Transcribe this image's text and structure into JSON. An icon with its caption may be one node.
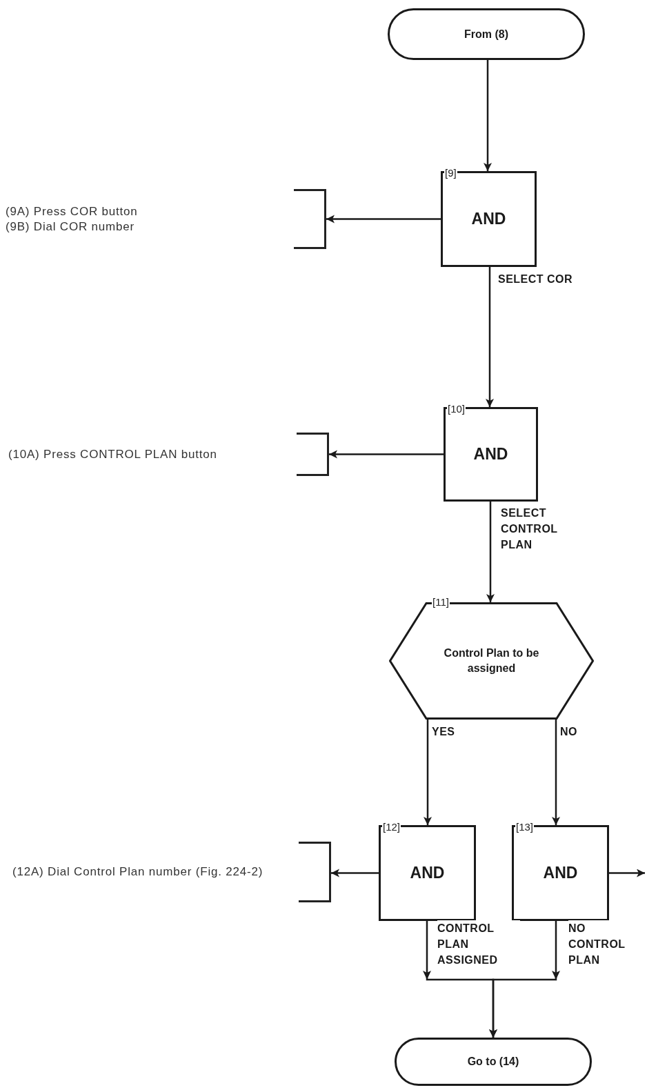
{
  "diagram": {
    "nodes": [
      {
        "text": [
          "From (8)"
        ]
      },
      {
        "text": [
          "[9]",
          "AND"
        ]
      },
      {
        "text": [
          "(9A) Press COR button",
          "(9B) Dial COR number"
        ]
      },
      {
        "text": [
          "[10]",
          "AND"
        ]
      },
      {
        "text": [
          "(10A) Press CONTROL PLAN button"
        ]
      },
      {
        "text": [
          "[11]",
          "Control Plan to be assigned"
        ]
      },
      {
        "text": [
          "[12]",
          "AND"
        ]
      },
      {
        "text": [
          "(12A) Dial Control Plan number (Fig. 224-2)"
        ]
      },
      {
        "text": [
          "[13]",
          "AND"
        ]
      },
      {
        "text": [
          "Go to (14)"
        ]
      }
    ],
    "edges": [
      {
        "from": 0,
        "to": 1,
        "arrow": "to"
      },
      {
        "from": 1,
        "to": 2,
        "arrow": "to"
      },
      {
        "from": 1,
        "to": 3,
        "arrow": "to",
        "label": "SELECT COR"
      },
      {
        "from": 3,
        "to": 4,
        "arrow": "to"
      },
      {
        "from": 3,
        "to": 5,
        "arrow": "to",
        "label": "SELECT CONTROL PLAN"
      },
      {
        "from": 5,
        "to": 6,
        "arrow": "to",
        "label": "YES"
      },
      {
        "from": 5,
        "to": 8,
        "arrow": "to",
        "label": "NO"
      },
      {
        "from": 6,
        "to": 7,
        "arrow": "to"
      },
      {
        "from": 6,
        "to": 9,
        "arrow": "to",
        "label": "CONTROL PLAN ASSIGNED"
      },
      {
        "from": 8,
        "to": 9,
        "arrow": "to",
        "label": "NO CONTROL PLAN"
      },
      {
        "from": 8,
        "to": null,
        "arrow": "to"
      }
    ]
  }
}
